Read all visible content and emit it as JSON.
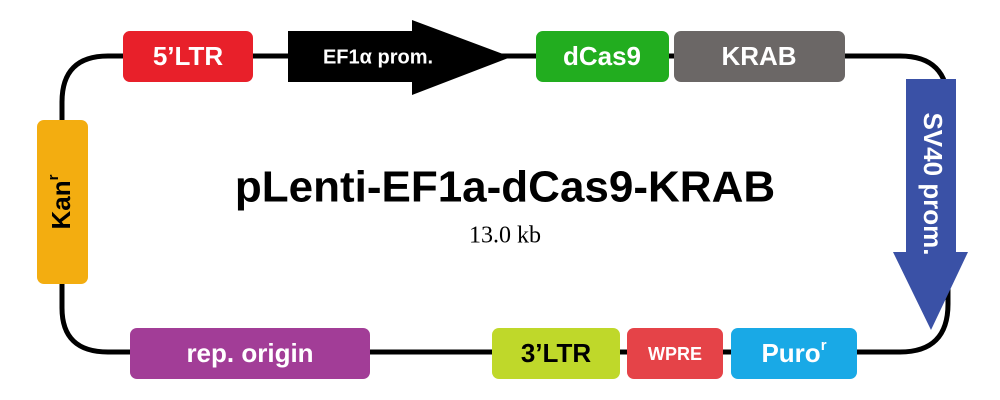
{
  "plasmid": {
    "name": "pLenti-EF1a-dCas9-KRAB",
    "size": "13.0 kb"
  },
  "features": {
    "ltr5": {
      "label": "5’LTR",
      "color": "#e8202a"
    },
    "ef1a": {
      "label": "EF1α prom.",
      "color": "#000000"
    },
    "dcas9": {
      "label": "dCas9",
      "color": "#22ad1f"
    },
    "krab": {
      "label": "KRAB",
      "color": "#6b6766"
    },
    "sv40": {
      "label": "SV40 prom.",
      "color": "#3a51a6"
    },
    "kanr": {
      "label": "Kan",
      "superscript": "r",
      "color": "#f3ad10"
    },
    "rep_origin": {
      "label": "rep. origin",
      "color": "#a23d97"
    },
    "ltr3": {
      "label": "3’LTR",
      "color": "#bfd82a"
    },
    "wpre": {
      "label": "WPRE",
      "color": "#e54348"
    },
    "puror": {
      "label": "Puro",
      "superscript": "r",
      "color": "#19a9e6"
    }
  }
}
